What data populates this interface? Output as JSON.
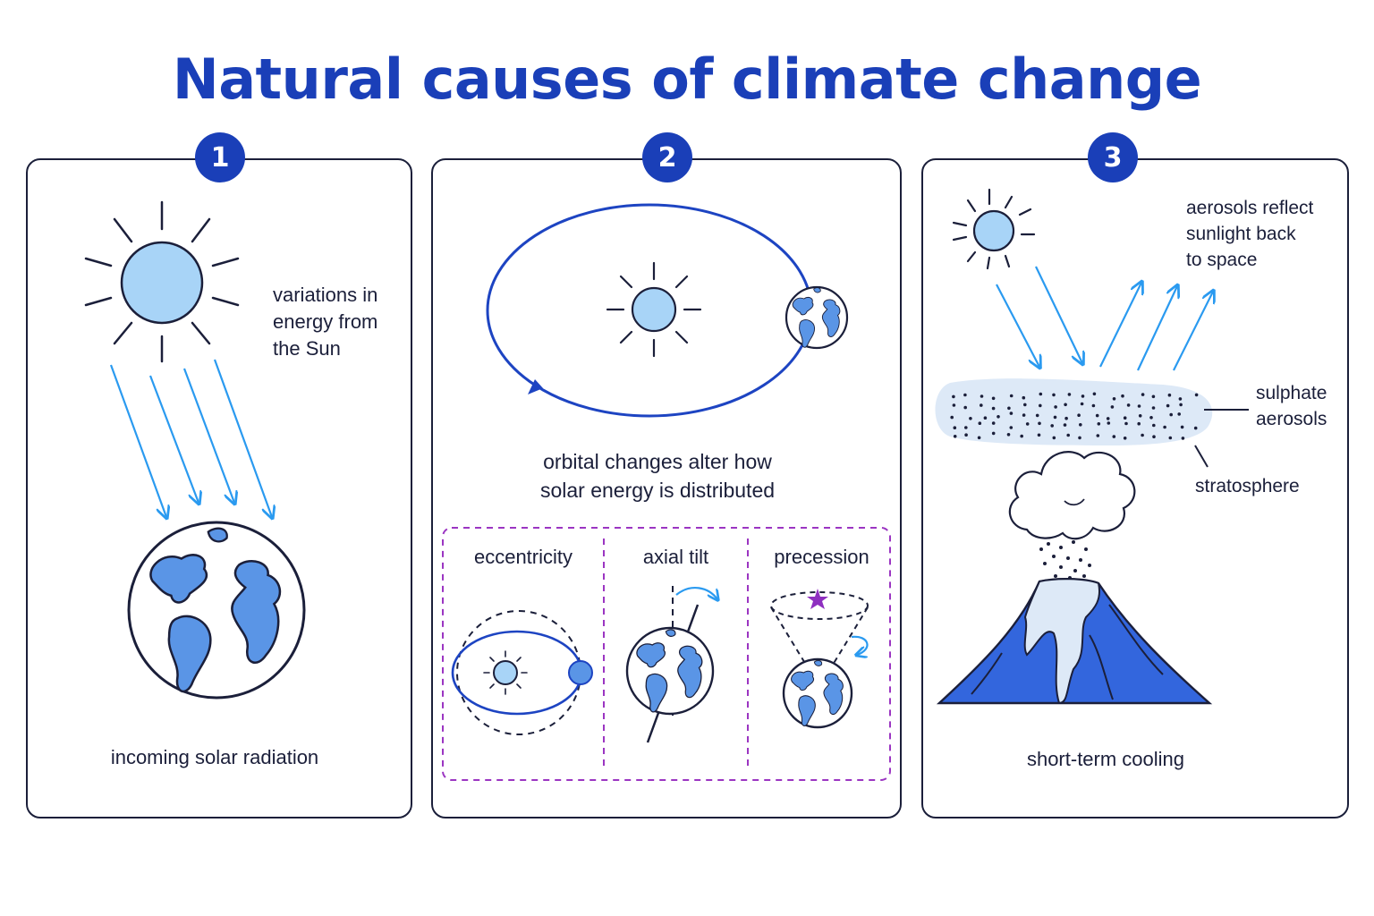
{
  "title": "Natural causes of climate change",
  "panels": [
    {
      "number": "1",
      "caption": "incoming solar radiation",
      "side_label": "variations in\nenergy from\nthe Sun"
    },
    {
      "number": "2",
      "caption": "orbital changes alter how\nsolar energy is distributed",
      "sub_labels": [
        "eccentricity",
        "axial tilt",
        "precession"
      ]
    },
    {
      "number": "3",
      "caption": "short-term cooling",
      "reflect_label": "aerosols reflect\nsunlight back\nto space",
      "aerosol_label": "sulphate\naerosols",
      "strato_label": "stratosphere"
    }
  ],
  "colors": {
    "title": "#1a3fb8",
    "badge": "#1a3fb8",
    "outline": "#1b1f3a",
    "sun_fill": "#a8d4f7",
    "ray_blue": "#2a9af0",
    "orbit_blue": "#1d44c2",
    "earth_ocean": "#ffffff",
    "earth_land": "#5a95e6",
    "volcano": "#3366dd",
    "aerosol_cloud": "#dde9f7",
    "dashed_box": "#9b35c2",
    "star": "#8e2fc0"
  }
}
